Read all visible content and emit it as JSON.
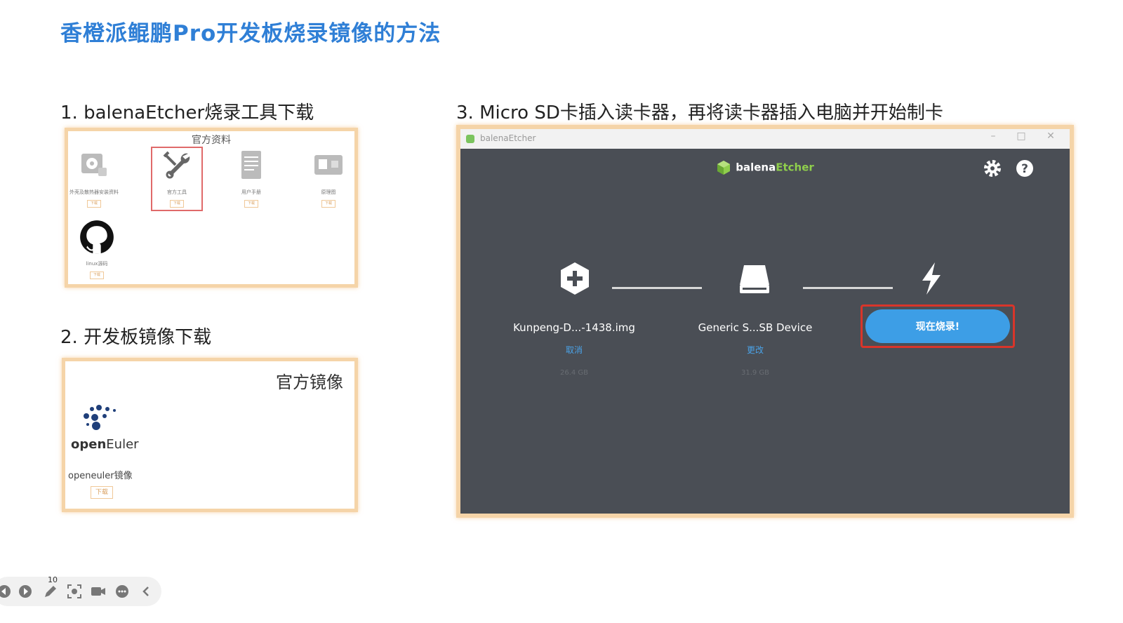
{
  "slide": {
    "title": "香橙派鲲鹏Pro开发板烧录镜像的方法",
    "step1": "1. balenaEtcher烧录工具下载",
    "step2": "2. 开发板镜像下载",
    "step3": "3. Micro SD卡插入读卡器，再将读卡器插入电脑并开始制卡"
  },
  "panel1": {
    "header": "官方资料",
    "tiles": [
      {
        "caption": "外壳及散热器安装资料",
        "button": "下载",
        "icon": "disk-icon"
      },
      {
        "caption": "官方工具",
        "button": "下载",
        "icon": "tools-icon"
      },
      {
        "caption": "用户手册",
        "button": "下载",
        "icon": "document-icon"
      },
      {
        "caption": "原理图",
        "button": "下载",
        "icon": "board-icon"
      },
      {
        "caption": "linux源码",
        "button": "下载",
        "icon": "github-icon"
      }
    ]
  },
  "panel2": {
    "header": "官方镜像",
    "logo_text_bold": "open",
    "logo_text": "Euler",
    "caption": "openeuler镜像",
    "button": "下载"
  },
  "etcher": {
    "window_title": "balenaEtcher",
    "brand_a": "balena",
    "brand_b": "Etcher",
    "image_name": "Kunpeng-D...-1438.img",
    "image_action": "取消",
    "image_size": "26.4 GB",
    "drive_name": "Generic S...SB Device",
    "drive_action": "更改",
    "drive_size": "31.9 GB",
    "flash_label": "现在烧录!",
    "accent": "#3d9ee6"
  },
  "toolbar": {
    "badge_count": "10"
  }
}
